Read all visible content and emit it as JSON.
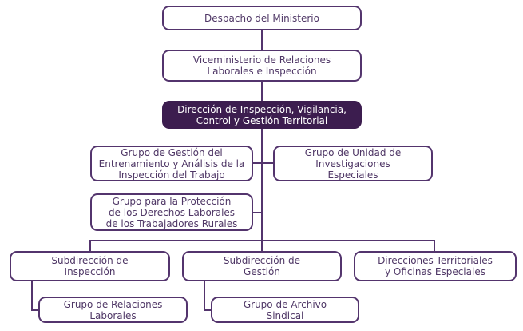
{
  "colors": {
    "line": "#53346d",
    "box_background": "#ffffff",
    "dark_box_background": "#3c1d4f",
    "text": "#4f3766",
    "dark_box_text": "#ffffff",
    "page_background": "#ffffff"
  },
  "org_chart": {
    "type": "org-hierarchy",
    "nodes": {
      "despacho": {
        "label": "Despacho del Ministerio"
      },
      "viceministerio": {
        "label": "Viceministerio de Relaciones\nLaborales e Inspección"
      },
      "direccion": {
        "label": "Dirección de Inspección, Vigilancia,\nControl y Gestión Territorial"
      },
      "grupo_entrenamiento": {
        "label": "Grupo de Gestión del\nEntrenamiento y Análisis de la\nInspección del Trabajo"
      },
      "grupo_investigaciones": {
        "label": "Grupo de Unidad de\nInvestigaciones\nEspeciales"
      },
      "grupo_proteccion": {
        "label": "Grupo para la Protección\nde los Derechos Laborales\nde los Trabajadores Rurales"
      },
      "subdireccion_inspeccion": {
        "label": "Subdirección de\nInspección"
      },
      "subdireccion_gestion": {
        "label": "Subdirección de\nGestión"
      },
      "direcciones_territoriales": {
        "label": "Direcciones Territoriales\ny Oficinas Especiales"
      },
      "grupo_relaciones": {
        "label": "Grupo de Relaciones\nLaborales"
      },
      "grupo_archivo": {
        "label": "Grupo de Archivo\nSindical"
      }
    }
  }
}
